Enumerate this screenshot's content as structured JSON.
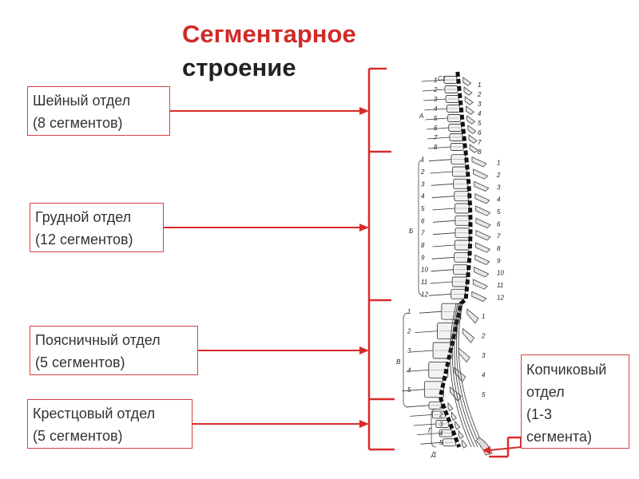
{
  "title": {
    "line1": "Сегментарное",
    "line2": "строение"
  },
  "sections": [
    {
      "line1": "Шейный отдел",
      "line2": "(8 сегментов)"
    },
    {
      "line1": "Грудной отдел",
      "line2": "(12 сегментов)"
    },
    {
      "line1": "Поясничный отдел",
      "line2": "(5 сегментов)"
    },
    {
      "line1": "Крестцовый отдел",
      "line2": "(5 сегментов)"
    }
  ],
  "coccygeal": {
    "line1": "Копчиковый",
    "line2": "отдел",
    "line3": "(1-3",
    "line4": "сегмента)"
  },
  "figure": {
    "region_letters": [
      "А",
      "Б",
      "В",
      "Г",
      "Д"
    ],
    "cervical_numbers": [
      "1",
      "2",
      "3",
      "4",
      "5",
      "6",
      "7",
      "8"
    ],
    "thoracic_numbers": [
      "1",
      "2",
      "3",
      "4",
      "5",
      "6",
      "7",
      "8",
      "9",
      "10",
      "11",
      "12"
    ],
    "lumbar_numbers": [
      "1",
      "2",
      "3",
      "4",
      "5"
    ],
    "sacral_numbers": [
      "1",
      "2",
      "3",
      "4",
      "5"
    ],
    "atlas_label": "С1"
  },
  "colors": {
    "accent": "#d92b2b",
    "title": "#cf2b27",
    "text": "#333333"
  }
}
